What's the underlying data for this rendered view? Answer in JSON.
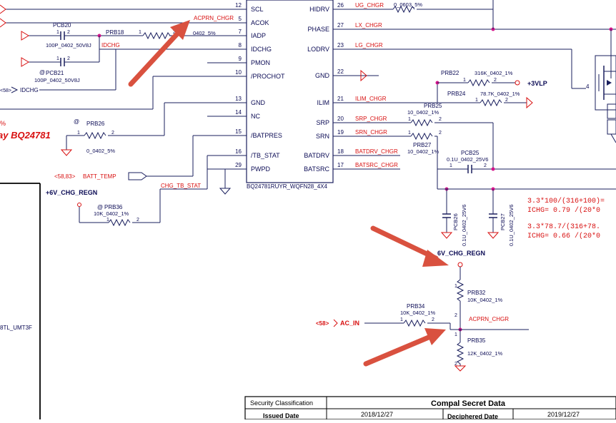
{
  "colors": {
    "wire": "#1a1f5e",
    "net_label": "#d81010",
    "junction": "#d4148a",
    "arrow": "#d9513f",
    "text": "#0b0b55",
    "table_border": "#000000"
  },
  "chip": {
    "part_number": "BQ24781RUYR_WQFN28_4X4",
    "left_pins": [
      {
        "num": "12",
        "name": "SCL"
      },
      {
        "num": "5",
        "name": "ACOK"
      },
      {
        "num": "7",
        "name": "IADP"
      },
      {
        "num": "8",
        "name": "IDCHG"
      },
      {
        "num": "9",
        "name": "PMON"
      },
      {
        "num": "10",
        "name": "/PROCHOT"
      },
      {
        "num": "13",
        "name": "GND"
      },
      {
        "num": "14",
        "name": "NC"
      },
      {
        "num": "15",
        "name": "/BATPRES"
      },
      {
        "num": "16",
        "name": "/TB_STAT"
      },
      {
        "num": "29",
        "name": "PWPD"
      }
    ],
    "right_pins": [
      {
        "num": "26",
        "name": "HIDRV"
      },
      {
        "num": "27",
        "name": "PHASE"
      },
      {
        "num": "23",
        "name": "LODRV"
      },
      {
        "num": "22",
        "name": "GND"
      },
      {
        "num": "21",
        "name": "ILIM"
      },
      {
        "num": "20",
        "name": "SRP"
      },
      {
        "num": "19",
        "name": "SRN"
      },
      {
        "num": "18",
        "name": "BATDRV"
      },
      {
        "num": "17",
        "name": "BATSRC"
      }
    ]
  },
  "nets": {
    "acprn_top": "ACPRN_CHGR",
    "idchg": "IDCHG",
    "idchg_ref": "IDCHG",
    "idchg_ref_page": "<58>",
    "batt_temp": "BATT_TEMP",
    "batt_temp_ref": "<58,83>",
    "chg_tb_stat": "CHG_TB_STAT",
    "ug": "UG_CHGR",
    "lx": "LX_CHGR",
    "lg": "LG_CHGR",
    "ilim": "ILIM_CHGR",
    "srp": "SRP_CHGR",
    "srn": "SRN_CHGR",
    "batdrv": "BATDRV_CHGR",
    "batsrc": "BATSRC_CHGR",
    "vlp": "+3VLP",
    "regn_left": "+6V_CHG_REGN",
    "regn_mid": "6V_CHG_REGN",
    "ac_in": "AC_IN",
    "ac_in_ref": "<58>",
    "acprn_bottom": "ACPRN_CHGR"
  },
  "components": {
    "pcb20": {
      "ref": "PCB20",
      "value": "100P_0402_50V8J"
    },
    "pcb21": {
      "ref": "PCB21",
      "value": "100P_0402_50V8J",
      "at": "@"
    },
    "prb18": {
      "ref": "PRB18",
      "value": "0402_5%"
    },
    "prb26": {
      "ref": "PRB26",
      "value": "0_0402_5%",
      "at": "@"
    },
    "prb36": {
      "ref": "PRB36",
      "value": "10K_0402_1%",
      "at": "@"
    },
    "ug_res": {
      "value": "0_0603_5%"
    },
    "prb22": {
      "ref": "PRB22",
      "value": "316K_0402_1%"
    },
    "prb24": {
      "ref": "PRB24",
      "value": "78.7K_0402_1%"
    },
    "prb25": {
      "ref": "PRB25",
      "value": "10_0402_1%"
    },
    "prb27": {
      "ref": "PRB27",
      "value": "10_0402_1%"
    },
    "pcb25": {
      "ref": "PCB25",
      "value": "0.1U_0402_25V6"
    },
    "pcb26": {
      "ref": "PCB26",
      "value": "0.1U_0402_25V6"
    },
    "pcb27": {
      "ref": "PCB27",
      "value": "0.1U_0402_25V6"
    },
    "prb32": {
      "ref": "PRB32",
      "value": "10K_0402_1%"
    },
    "prb34": {
      "ref": "PRB34",
      "value": "10K_0402_1%"
    },
    "prb35": {
      "ref": "PRB35",
      "value": "12K_0402_1%"
    }
  },
  "left_edge": {
    "title": "ay BQ24781",
    "percent": "%",
    "part_fragment": "8TL_UMT3F",
    "q_pin": "4"
  },
  "formulas": [
    "3.3*100/(316+100)=",
    "ICHG= 0.79 /(20*0",
    "3.3*78.7/(316+78.",
    "ICHG= 0.66 /(20*0"
  ],
  "title_block": {
    "security_label": "Security Classification",
    "secret": "Compal Secret Data",
    "issued_label": "Issued Date",
    "issued_date": "2018/12/27",
    "deciphered_label": "Deciphered Date",
    "deciphered_date": "2019/12/27"
  },
  "pin_numbers": {
    "one": "1",
    "two": "2"
  }
}
